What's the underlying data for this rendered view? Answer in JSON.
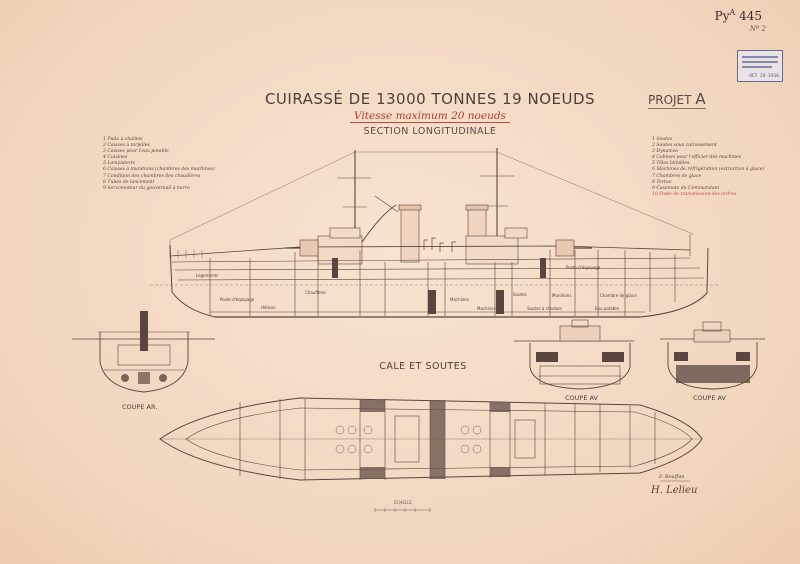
{
  "sheet": {
    "ref_prefix": "Py",
    "ref_sup": "A",
    "ref_number": "445",
    "ref_sub": "Nº 2",
    "stamp_date": "OCT 24 1916"
  },
  "title": "CUIRASSÉ DE 13000 TONNES 19 NOEUDS",
  "project_label": "PROJET",
  "project_letter": "A",
  "subtitle": "Vitesse maximum 20 noeuds",
  "section_title": "SECTION LONGITUDINALE",
  "legend_left": [
    "1 Puits à chaînes",
    "2 Caisses à torpilles",
    "3 Caisses pour l'eau potable",
    "4 Cuisines",
    "5 Lampisterie",
    "6 Caisses à munitions (chambres des machines)",
    "7 Condition des chambres des chaudières",
    "8 Tubes de lancement",
    "9 Servomoteur du gouvernail à barre"
  ],
  "legend_right": [
    "1 Soutes",
    "2 Soutes sous cuirassement",
    "3 Dynamos",
    "4 Cabines pour l'officier des machines",
    "5 Tôles blindées",
    "6 Machines de réfrigération (extraction à glace)",
    "7 Chambres de glace",
    "8 Tortue",
    "9 Casemate du Commandant",
    "10 Poste de transmission des ordres"
  ],
  "compartment_labels": {
    "l1": "Logements",
    "l2": "Poste d'équipage",
    "l3": "Hélices",
    "l4": "Chaufferie",
    "l5": "Machines",
    "l6": "Soutes",
    "l7": "Poste d'équipage",
    "l8": "Munitions",
    "l9": "Chambre de glace",
    "l10": "Eau potable",
    "l11": "Machines",
    "l12": "Soutes à charbon"
  },
  "cale_title": "CALE ET SOUTES",
  "coupe_ar": "COUPE AR.",
  "coupe_av1": "COUPE AV",
  "coupe_av2": "COUPE AV",
  "echelle": "ÉCHELLE",
  "signature_small": "F. Bouffan",
  "signature": "H. Lelieu",
  "colors": {
    "paper": "#f4d9c2",
    "ink": "#4f3f39",
    "red_ink": "#b23a38",
    "stamp_ink": "#55557a"
  }
}
